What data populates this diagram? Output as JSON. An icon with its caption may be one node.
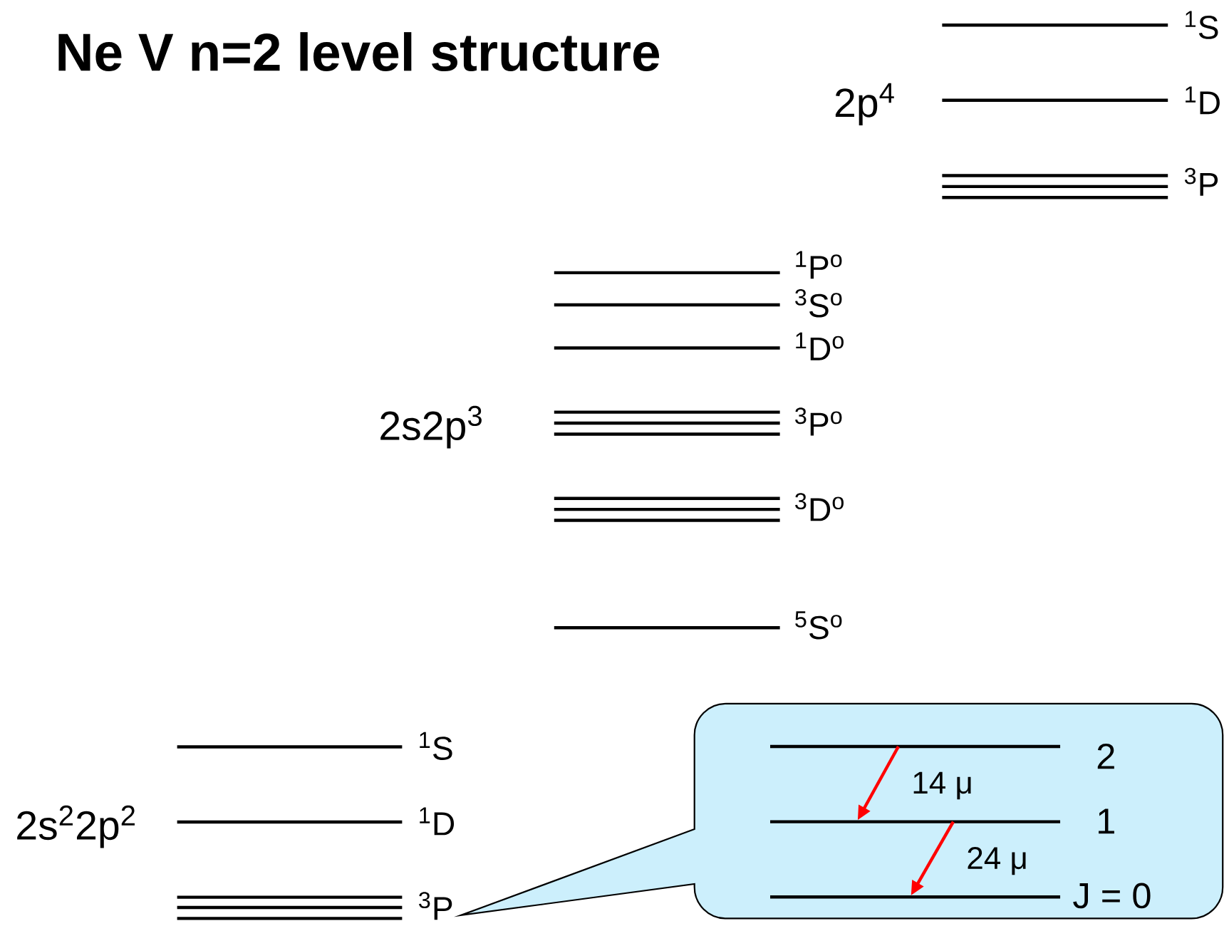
{
  "diagram": {
    "title": "Ne V n=2 level structure",
    "nodes": [
      {
        "text": [],
        "shape": "callout"
      },
      {
        "text": [],
        "shape": "bar",
        "in": 0,
        "beside": [
          "2"
        ]
      },
      {
        "text": [],
        "shape": "bar",
        "in": 0,
        "beside": [
          "1"
        ]
      },
      {
        "text": [],
        "shape": "bar",
        "in": 0,
        "beside": [
          "J = 0"
        ]
      }
    ],
    "edges": [
      {
        "from": 1,
        "to": 2,
        "arrow": "to",
        "label": "14 μ",
        "color": "#ff0000"
      },
      {
        "from": 2,
        "to": 3,
        "arrow": "to",
        "label": "24 μ",
        "color": "#ff0000"
      }
    ],
    "labels": [
      "$^{1}$S",
      "2p$^{4}$",
      "$^{1}$D",
      "$^{3}$P",
      "$^{1}$P$^{o}$",
      "$^{3}$S$^{o}$",
      "$^{1}$D$^{o}$",
      "$^{3}$P$^{o}$",
      "2s2p$^{3}$",
      "$^{3}$D$^{o}$",
      "$^{5}$S$^{o}$",
      "$^{1}$S",
      "$^{1}$D",
      "2s$^{2}$2p$^{2}$",
      "$^{3}$P"
    ]
  }
}
